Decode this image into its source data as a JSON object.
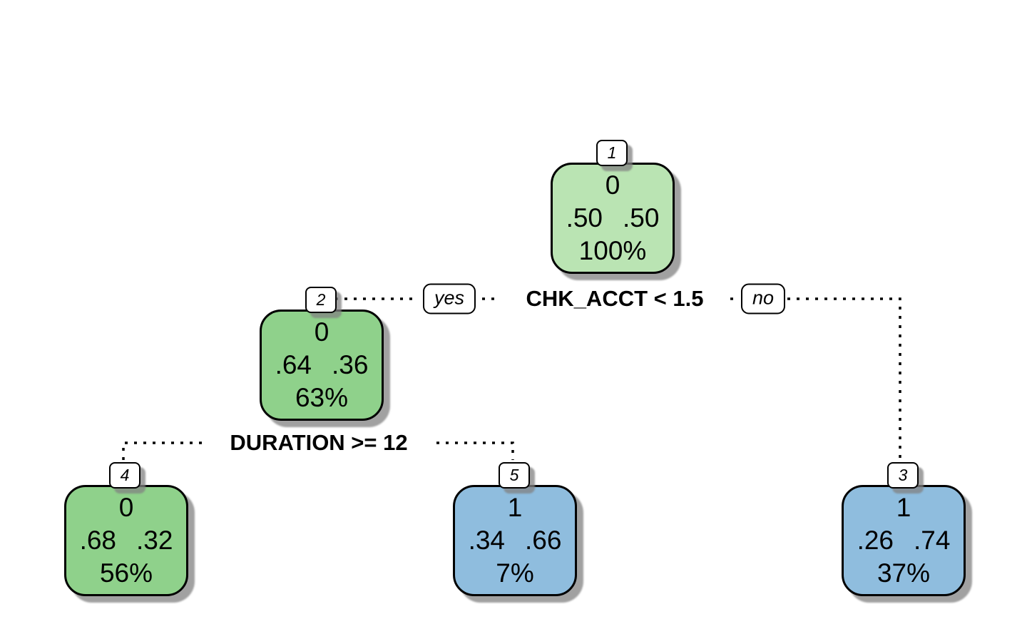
{
  "page": {
    "background": "#ffffff"
  },
  "tree": {
    "splits": [
      {
        "condition": "CHK_ACCT < 1.5",
        "yes_label": "yes",
        "no_label": "no"
      },
      {
        "condition": "DURATION >= 12"
      }
    ],
    "nodes": [
      {
        "number": "1",
        "predicted_class": "0",
        "prob_class0": ".50",
        "prob_class1": ".50",
        "coverage": "100%",
        "fill": "#BAE4B3"
      },
      {
        "number": "2",
        "predicted_class": "0",
        "prob_class0": ".64",
        "prob_class1": ".36",
        "coverage": "63%",
        "fill": "#8FD18B"
      },
      {
        "number": "4",
        "predicted_class": "0",
        "prob_class0": ".68",
        "prob_class1": ".32",
        "coverage": "56%",
        "fill": "#8FD18B"
      },
      {
        "number": "5",
        "predicted_class": "1",
        "prob_class0": ".34",
        "prob_class1": ".66",
        "coverage": "7%",
        "fill": "#8FBDDE"
      },
      {
        "number": "3",
        "predicted_class": "1",
        "prob_class0": ".26",
        "prob_class1": ".74",
        "coverage": "37%",
        "fill": "#8FBDDE"
      }
    ],
    "branch_color": "#000000",
    "shadow_color": "#828282"
  }
}
